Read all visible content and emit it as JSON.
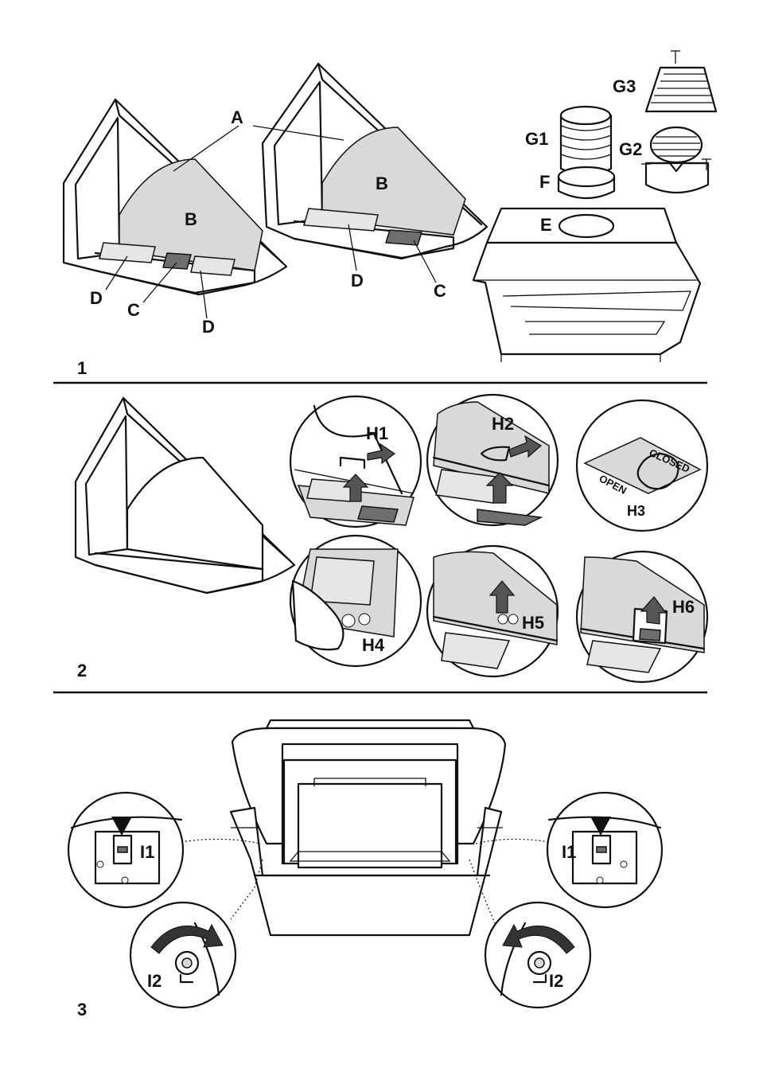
{
  "panel_1": {
    "figure_number": "1",
    "labels": {
      "A": "A",
      "B_left": "B",
      "B_right": "B",
      "C_left": "C",
      "C_right": "C",
      "D_left_1": "D",
      "D_left_2": "D",
      "D_right": "D",
      "E": "E",
      "F": "F",
      "G1": "G1",
      "G2": "G2",
      "G3": "G3"
    }
  },
  "panel_2": {
    "figure_number": "2",
    "steps": [
      "H1",
      "H2",
      "H3",
      "H4",
      "H5",
      "H6"
    ],
    "h3_stamp": {
      "open": "OPEN",
      "closed": "CLOSED"
    }
  },
  "panel_3": {
    "figure_number": "3",
    "labels": {
      "I1_left": "I1",
      "I1_right": "I1",
      "I2_left": "I2",
      "I2_right": "I2"
    }
  },
  "colors": {
    "line": "#111111",
    "fill_grey": "#d9d9d9",
    "fill_dark": "#6e6e6e",
    "background": "#ffffff"
  }
}
